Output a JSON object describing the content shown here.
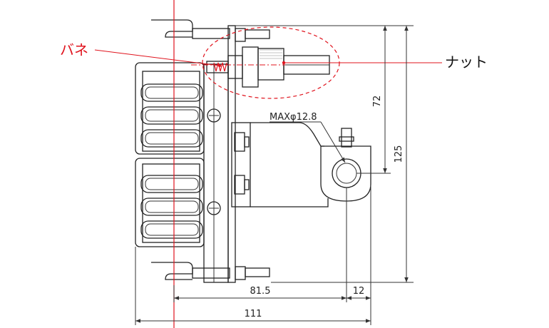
{
  "labels": {
    "spring": "バネ",
    "nut": "ナット",
    "max_diameter": "MAXφ12.8"
  },
  "dimensions": {
    "height_72": "72",
    "height_125": "125",
    "width_81_5": "81.5",
    "width_12": "12",
    "width_111": "111"
  },
  "colors": {
    "callout": "#e0141e",
    "lines": "#222222"
  }
}
